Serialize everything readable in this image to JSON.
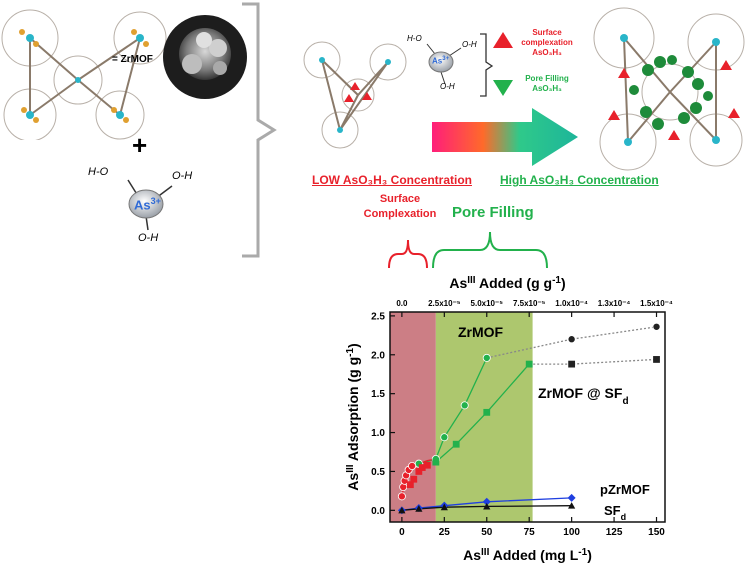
{
  "mof_equals_label": "= ZrMOF",
  "plus_sign": "+",
  "arsenite": {
    "ion": "As",
    "charge": "3+",
    "oh": "O-H",
    "ho": "H-O"
  },
  "legend": {
    "surface": "Surface complexation AsO₃H₃",
    "pore": "Pore Filling AsO₃H₃"
  },
  "low_conc": "LOW AsO₃H₃ Concentration",
  "high_conc": "High  AsO₃H₃ Concentration",
  "region_surface": "Surface Complexation",
  "region_pore": "Pore Filling",
  "colors": {
    "red": "#e8212b",
    "green": "#22b14c",
    "blue": "#1f3fe0",
    "red_shade": "#c9777e",
    "green_shade": "#a9c466"
  },
  "chart_data": {
    "type": "scatter",
    "xlabel": "As^III Added (mg L^-1)",
    "x2label": "As^III Added (g g^-1)",
    "ylabel": "As^III Adsorption (g g^-1)",
    "xlim": [
      -7,
      155
    ],
    "ylim": [
      -0.15,
      2.55
    ],
    "xticks": [
      0,
      25,
      50,
      75,
      100,
      125,
      150
    ],
    "yticks": [
      0.0,
      0.5,
      1.0,
      1.5,
      2.0,
      2.5
    ],
    "ytick_labels": [
      "0.0",
      "0.5",
      "1.0",
      "1.5",
      "2.0",
      "2.5"
    ],
    "x2ticks": [
      0,
      25,
      50,
      75,
      100,
      125,
      150
    ],
    "x2tick_labels": [
      "0.0",
      "2.5x10⁻⁵",
      "5.0x10⁻⁵",
      "7.5x10⁻⁵",
      "1.0x10⁻⁴",
      "1.3x10⁻⁴",
      "1.5x10⁻⁴"
    ],
    "shaded_regions": [
      {
        "from": -7,
        "to": 20,
        "color": "#c9777e"
      },
      {
        "from": 20,
        "to": 77,
        "color": "#a9c466"
      }
    ],
    "series": [
      {
        "name": "ZrMOF",
        "marker": "circle",
        "color": "#22b14c",
        "x": [
          10,
          20,
          25,
          37,
          50
        ],
        "y": [
          0.6,
          0.66,
          0.94,
          1.35,
          1.96
        ]
      },
      {
        "name": "ZrMOF @ SFd",
        "marker": "square",
        "color": "#22b14c",
        "x": [
          20,
          32,
          50,
          75
        ],
        "y": [
          0.62,
          0.85,
          1.26,
          1.88
        ]
      },
      {
        "marker": "circle",
        "color": "#e8212b",
        "x": [
          0,
          0.8,
          1.6,
          2.5,
          4,
          6
        ],
        "y": [
          0.18,
          0.3,
          0.38,
          0.45,
          0.52,
          0.57
        ]
      },
      {
        "marker": "square",
        "color": "#e8212b",
        "x": [
          5,
          7,
          10,
          12,
          15
        ],
        "y": [
          0.33,
          0.4,
          0.5,
          0.55,
          0.58
        ]
      },
      {
        "marker": "circle",
        "color": "#222222",
        "x": [
          100,
          150
        ],
        "y": [
          2.2,
          2.36
        ]
      },
      {
        "marker": "square",
        "color": "#222222",
        "x": [
          100,
          150
        ],
        "y": [
          1.88,
          1.94
        ]
      },
      {
        "name": "pZrMOF",
        "marker": "diamond",
        "color": "#1f3fe0",
        "x": [
          0,
          10,
          25,
          50,
          100
        ],
        "y": [
          0.0,
          0.03,
          0.06,
          0.11,
          0.16
        ]
      },
      {
        "name": "SFd",
        "marker": "triangle",
        "color": "#111111",
        "x": [
          0,
          10,
          25,
          50,
          100
        ],
        "y": [
          0.0,
          0.02,
          0.04,
          0.05,
          0.06
        ]
      }
    ]
  }
}
